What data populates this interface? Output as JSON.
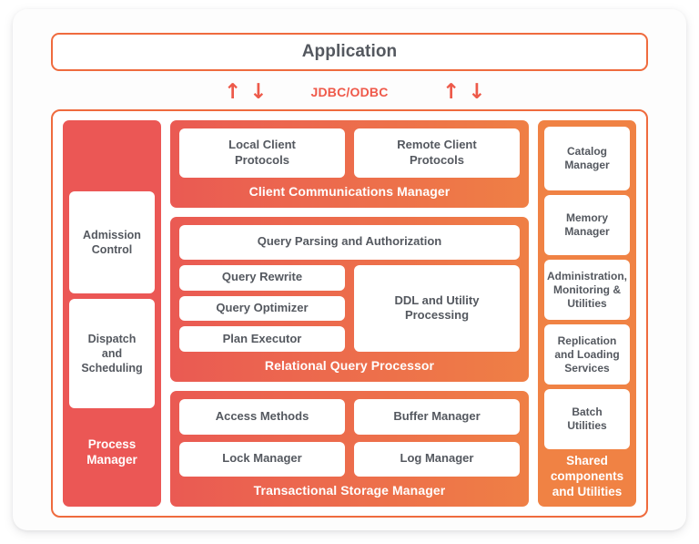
{
  "top": {
    "application_label": "Application",
    "connector_label": "JDBC/ODBC",
    "arrow_up": "↑",
    "arrow_down": "↓"
  },
  "process_manager": {
    "title": "Process\nManager",
    "boxes": [
      {
        "label": "Admission\nControl"
      },
      {
        "label": "Dispatch\nand\nScheduling"
      }
    ]
  },
  "layers": [
    {
      "id": "client-communications-manager",
      "title": "Client Communications Manager",
      "boxes": [
        {
          "label": "Local Client\nProtocols"
        },
        {
          "label": "Remote Client\nProtocols"
        }
      ]
    },
    {
      "id": "relational-query-processor",
      "title": "Relational Query Processor",
      "top_box": {
        "label": "Query Parsing and Authorization"
      },
      "left_boxes": [
        {
          "label": "Query Rewrite"
        },
        {
          "label": "Query Optimizer"
        },
        {
          "label": "Plan Executor"
        }
      ],
      "right_box": {
        "label": "DDL and Utility\nProcessing"
      }
    },
    {
      "id": "transactional-storage-manager",
      "title": "Transactional Storage Manager",
      "boxes": [
        {
          "label": "Access Methods"
        },
        {
          "label": "Buffer Manager"
        },
        {
          "label": "Lock Manager"
        },
        {
          "label": "Log Manager"
        }
      ]
    }
  ],
  "shared": {
    "title": "Shared\ncomponents\nand Utilities",
    "boxes": [
      {
        "label": "Catalog\nManager"
      },
      {
        "label": "Memory\nManager"
      },
      {
        "label": "Administration,\nMonitoring &\nUtilities"
      },
      {
        "label": "Replication\nand Loading\nServices"
      },
      {
        "label": "Batch\nUtilities"
      }
    ]
  },
  "colors": {
    "accent_red": "#eb5755",
    "accent_orange": "#f08244",
    "border_orange": "#ef6b3e",
    "text_dark": "#54585f",
    "connector_text": "#ef594a"
  }
}
